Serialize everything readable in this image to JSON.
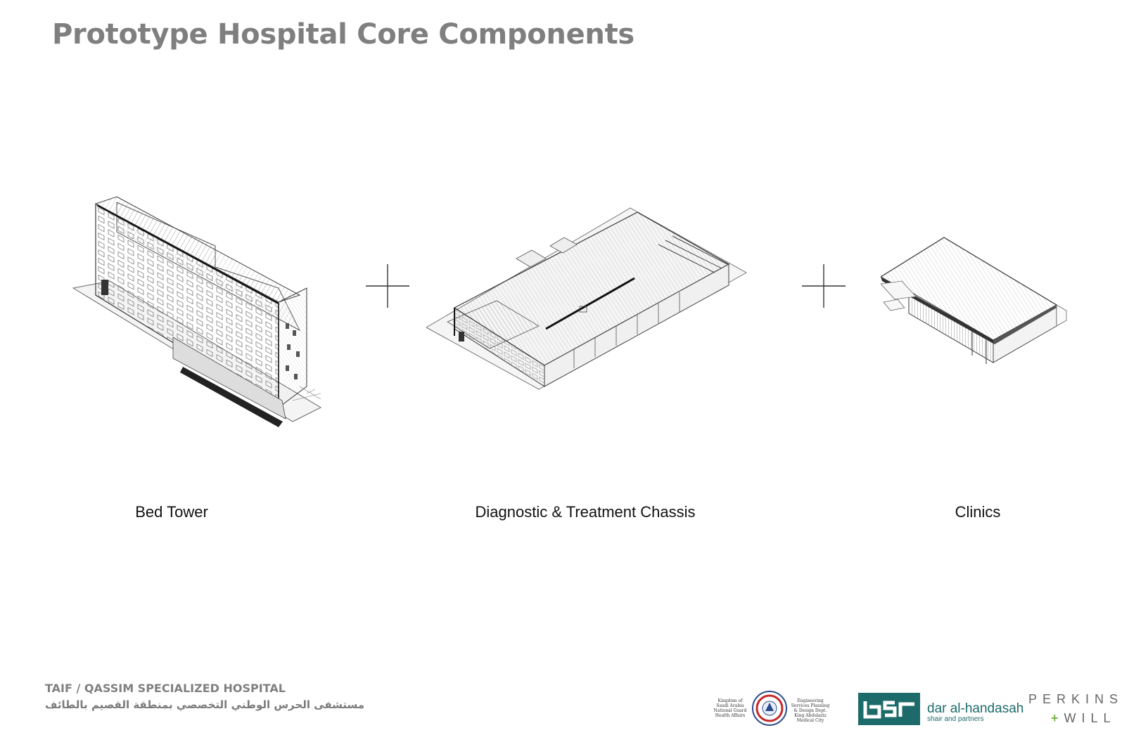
{
  "page": {
    "title": "Prototype Hospital Core Components"
  },
  "components": [
    {
      "label": "Bed Tower",
      "drawing_icon": "bed-tower-isometric-drawing"
    },
    {
      "label": "Diagnostic & Treatment Chassis",
      "drawing_icon": "chassis-isometric-drawing"
    },
    {
      "label": "Clinics",
      "drawing_icon": "clinics-isometric-drawing"
    }
  ],
  "operators": [
    "plus-icon",
    "plus-icon"
  ],
  "footer": {
    "project_name": "TAIF / QASSIM SPECIALIZED HOSPITAL",
    "project_name_arabic": "مستشفى الحرس الوطني التخصصي بمنطقة القصيم بالطائف"
  },
  "logos": {
    "national_guard": {
      "left_text": "Kingdom of Saudi Arabia National Guard Health Affairs",
      "right_text": "Engineering Services Planning & Design Dept. King Abdulaziz Medical City"
    },
    "dar": {
      "name": "dar al-handasah",
      "sub": "shair and partners",
      "color": "#1c6b6a"
    },
    "perkins_will": {
      "line1": "PERKINS",
      "plus": "+",
      "line2": "WILL",
      "accent": "#7ab648"
    }
  },
  "colors": {
    "title": "#7f7f7f",
    "footer_text": "#808080"
  }
}
